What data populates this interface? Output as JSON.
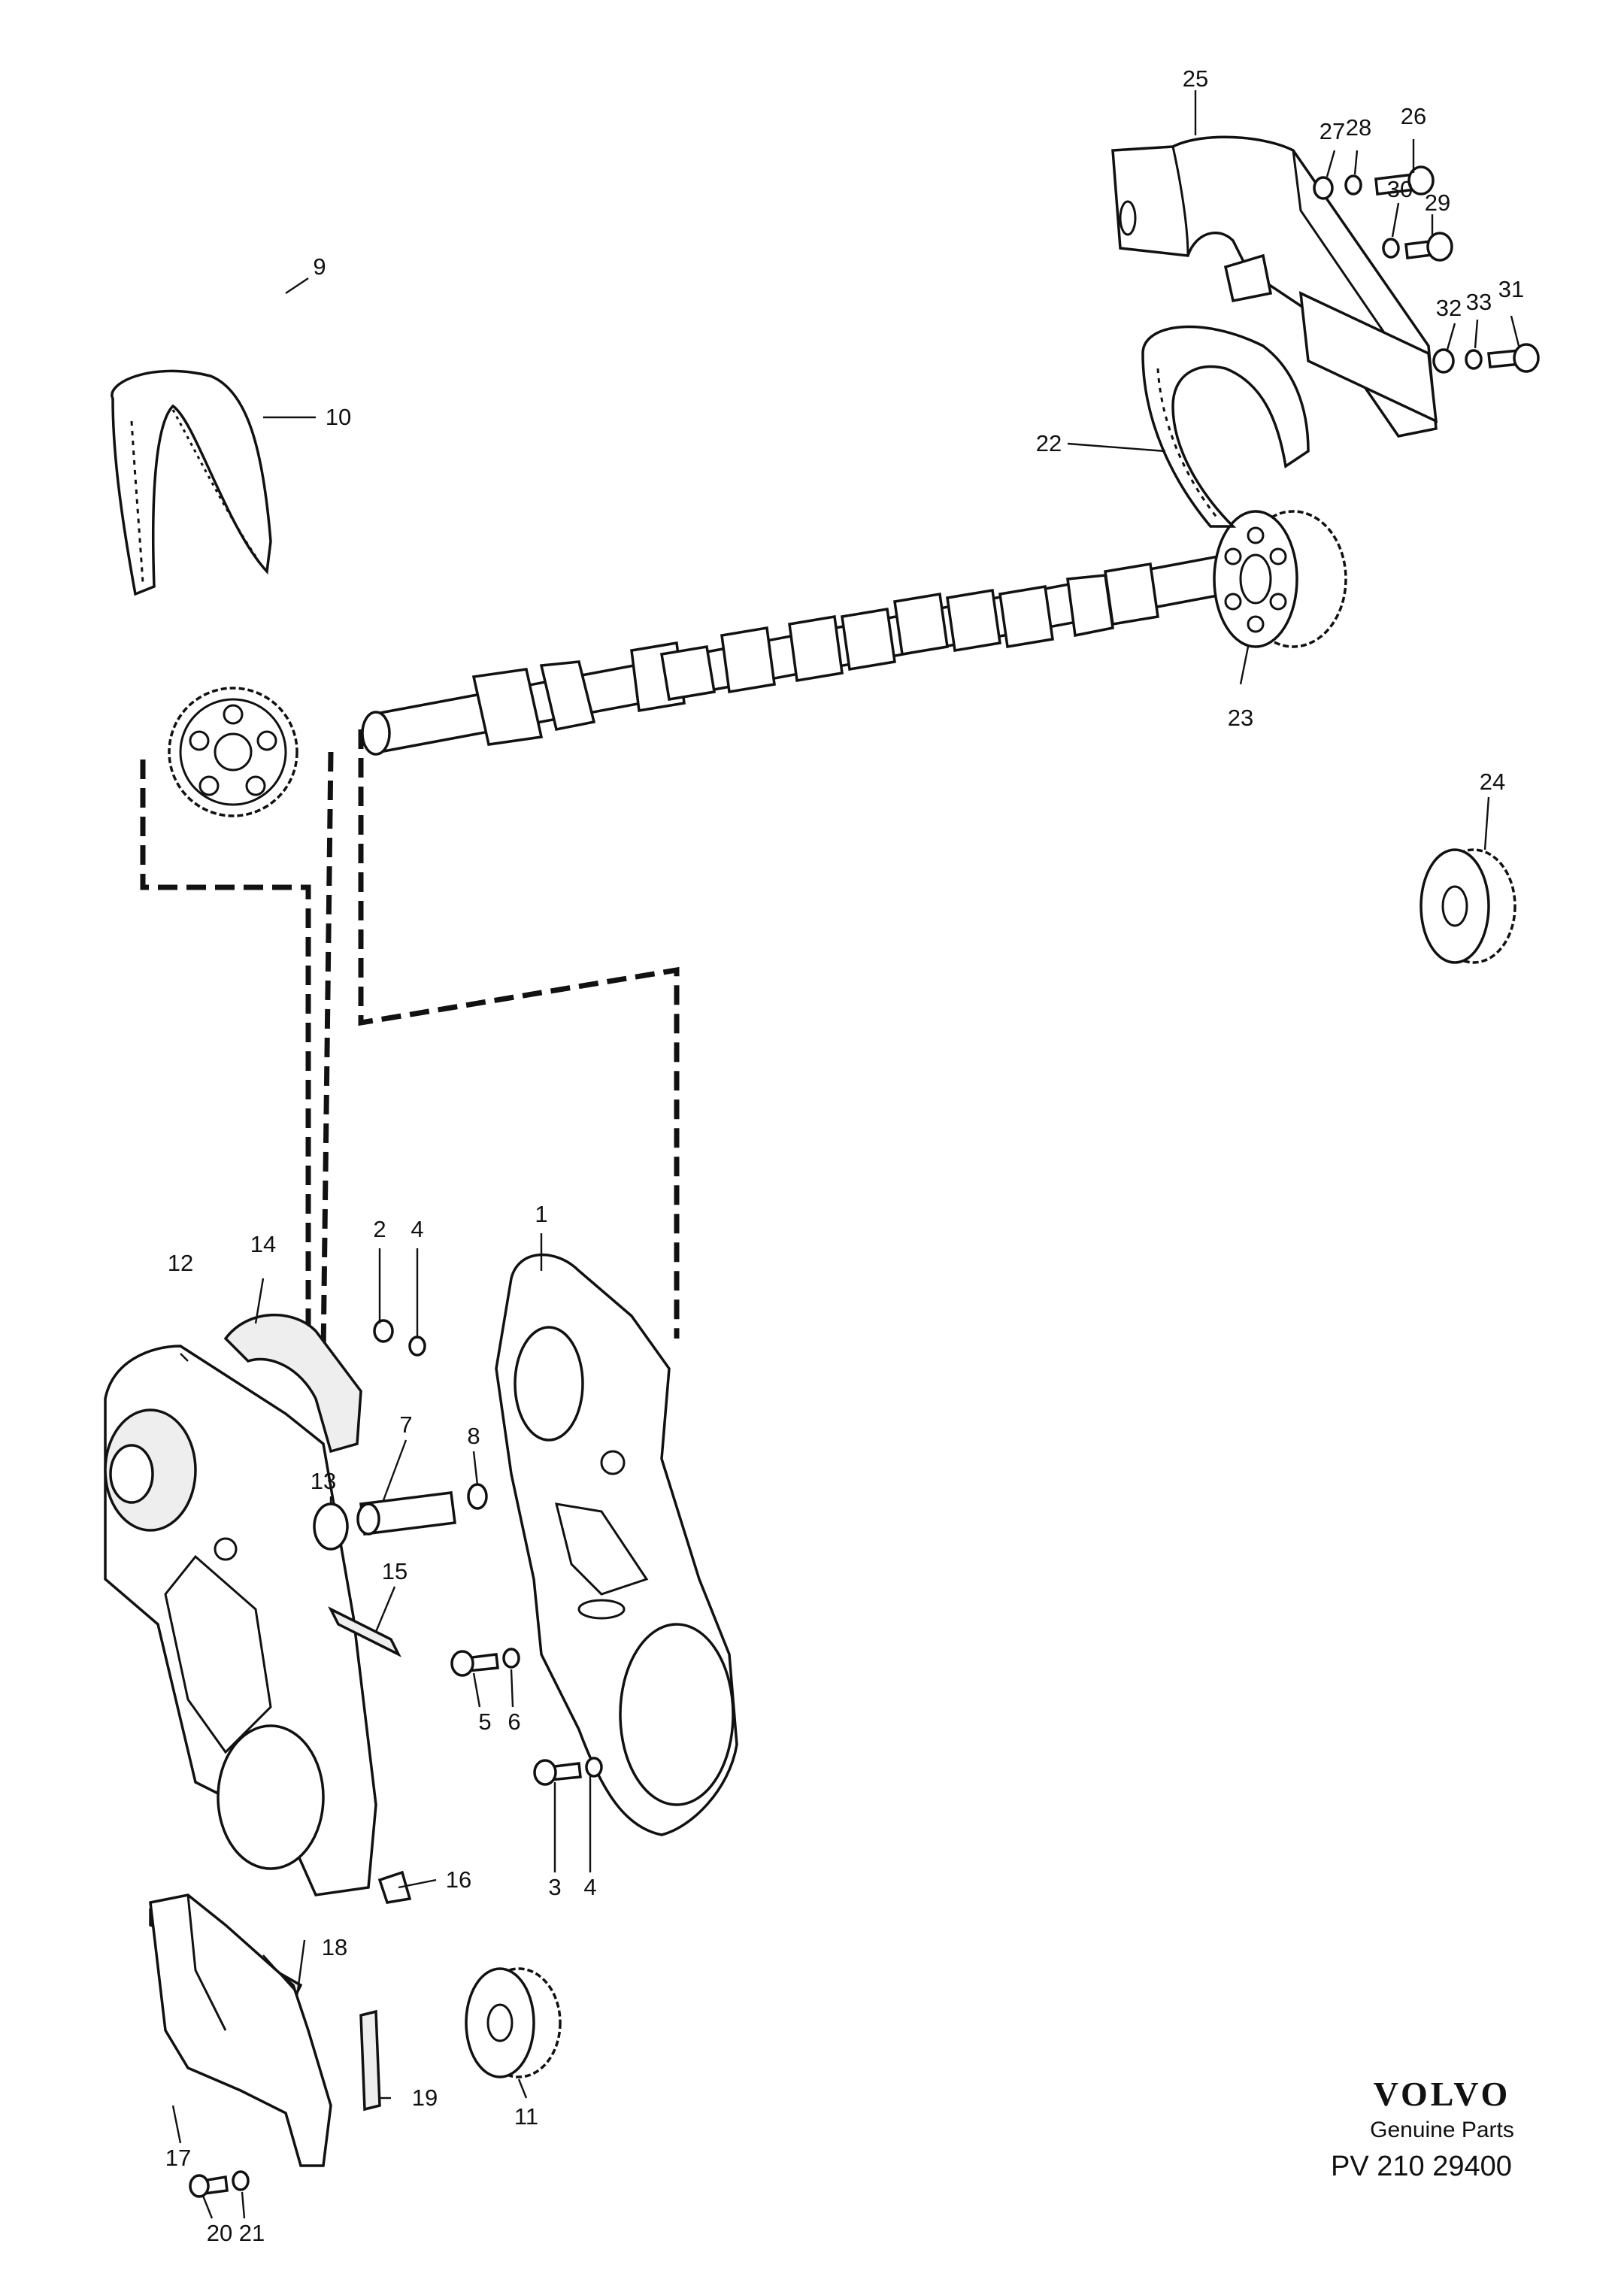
{
  "callouts": [
    "1",
    "2",
    "3",
    "4",
    "5",
    "6",
    "7",
    "8",
    "9",
    "10",
    "11",
    "12",
    "13",
    "14",
    "15",
    "16",
    "17",
    "18",
    "19",
    "20",
    "21",
    "22",
    "23",
    "24",
    "25",
    "26",
    "27",
    "28",
    "29",
    "30",
    "31",
    "32",
    "33"
  ],
  "callouts_repeat": {
    "4b": "4"
  },
  "brand": {
    "logo": "VOLVO",
    "subtitle": "Genuine Parts",
    "reference": "PV 210  29400"
  },
  "colors": {
    "ink": "#111111",
    "paper": "#ffffff"
  }
}
